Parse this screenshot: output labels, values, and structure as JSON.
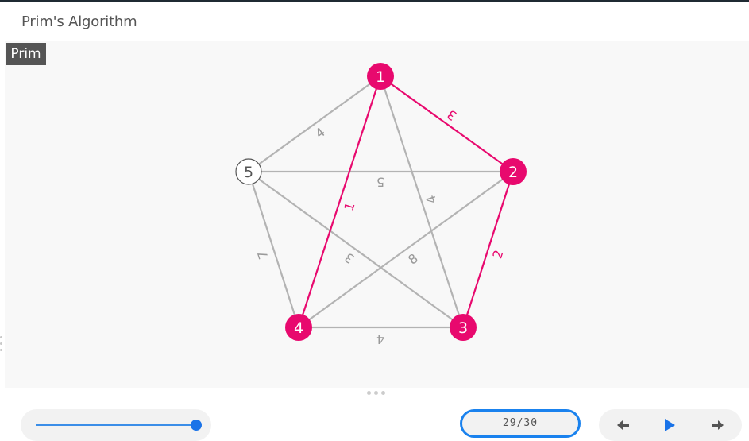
{
  "header": {
    "title": "Prim's Algorithm"
  },
  "tag": {
    "label": "Prim"
  },
  "colors": {
    "selected": "#e8096e",
    "edge_default": "#b3b3b3",
    "label_default": "#9a9a9a",
    "node_default_fill": "#ffffff",
    "accent_blue": "#1a73e8"
  },
  "graph": {
    "nodes": [
      {
        "id": "1",
        "label": "1",
        "selected": true
      },
      {
        "id": "2",
        "label": "2",
        "selected": true
      },
      {
        "id": "3",
        "label": "3",
        "selected": true
      },
      {
        "id": "4",
        "label": "4",
        "selected": true
      },
      {
        "id": "5",
        "label": "5",
        "selected": false
      }
    ],
    "edges": [
      {
        "from": "1",
        "to": "2",
        "weight": "3",
        "selected": true
      },
      {
        "from": "2",
        "to": "3",
        "weight": "2",
        "selected": true
      },
      {
        "from": "1",
        "to": "4",
        "weight": "1",
        "selected": true
      },
      {
        "from": "1",
        "to": "5",
        "weight": "4",
        "selected": false
      },
      {
        "from": "5",
        "to": "2",
        "weight": "5",
        "selected": false
      },
      {
        "from": "1",
        "to": "3",
        "weight": "4",
        "selected": false
      },
      {
        "from": "5",
        "to": "4",
        "weight": "7",
        "selected": false
      },
      {
        "from": "5",
        "to": "3",
        "weight": "3",
        "selected": false
      },
      {
        "from": "2",
        "to": "4",
        "weight": "8",
        "selected": false
      },
      {
        "from": "4",
        "to": "3",
        "weight": "4",
        "selected": false
      }
    ]
  },
  "playback": {
    "progress": 1.0,
    "step_text": "29/30",
    "prev_icon": "arrow-left-icon",
    "play_icon": "play-icon",
    "next_icon": "arrow-right-icon"
  }
}
